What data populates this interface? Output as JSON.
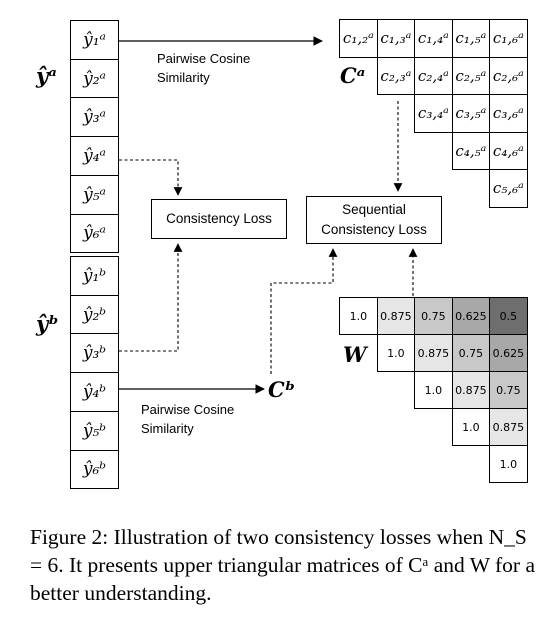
{
  "symbols": {
    "ya": "ŷᵃ",
    "yb": "ŷᵇ",
    "ca": "Cᵃ",
    "cb": "Cᵇ",
    "w": "W"
  },
  "vector_a": [
    "ŷ₁ᵃ",
    "ŷ₂ᵃ",
    "ŷ₃ᵃ",
    "ŷ₄ᵃ",
    "ŷ₅ᵃ",
    "ŷ₆ᵃ"
  ],
  "vector_b": [
    "ŷ₁ᵇ",
    "ŷ₂ᵇ",
    "ŷ₃ᵇ",
    "ŷ₄ᵇ",
    "ŷ₅ᵇ",
    "ŷ₆ᵇ"
  ],
  "labels": {
    "pairwise_top": [
      "Pairwise Cosine",
      "Similarity"
    ],
    "pairwise_bottom": [
      "Pairwise Cosine",
      "Similarity"
    ],
    "consistency_loss": "Consistency Loss",
    "sequential_loss": [
      "Sequential",
      "Consistency Loss"
    ]
  },
  "matrix_ca": [
    [
      "c₁,₂ᵃ",
      "c₁,₃ᵃ",
      "c₁,₄ᵃ",
      "c₁,₅ᵃ",
      "c₁,₆ᵃ"
    ],
    [
      "c₂,₃ᵃ",
      "c₂,₄ᵃ",
      "c₂,₅ᵃ",
      "c₂,₆ᵃ"
    ],
    [
      "c₃,₄ᵃ",
      "c₃,₅ᵃ",
      "c₃,₆ᵃ"
    ],
    [
      "c₄,₅ᵃ",
      "c₄,₆ᵃ"
    ],
    [
      "c₅,₆ᵃ"
    ]
  ],
  "matrix_w": [
    [
      1.0,
      0.875,
      0.75,
      0.625,
      0.5
    ],
    [
      1.0,
      0.875,
      0.75,
      0.625
    ],
    [
      1.0,
      0.875,
      0.75
    ],
    [
      1.0,
      0.875
    ],
    [
      1.0
    ]
  ],
  "w_display": [
    [
      "1.0",
      "0.875",
      "0.75",
      "0.625",
      "0.5"
    ],
    [
      "1.0",
      "0.875",
      "0.75",
      "0.625"
    ],
    [
      "1.0",
      "0.875",
      "0.75"
    ],
    [
      "1.0",
      "0.875"
    ],
    [
      "1.0"
    ]
  ],
  "w_colors": {
    "1.0": "#ffffff",
    "0.875": "#e6e6e6",
    "0.75": "#c8c8c8",
    "0.625": "#a8a8a8",
    "0.5": "#6e6e6e"
  },
  "caption": "Figure 2: Illustration of two consistency losses when N_S = 6. It presents upper triangular matrices of Cᵃ and W for a better understanding."
}
